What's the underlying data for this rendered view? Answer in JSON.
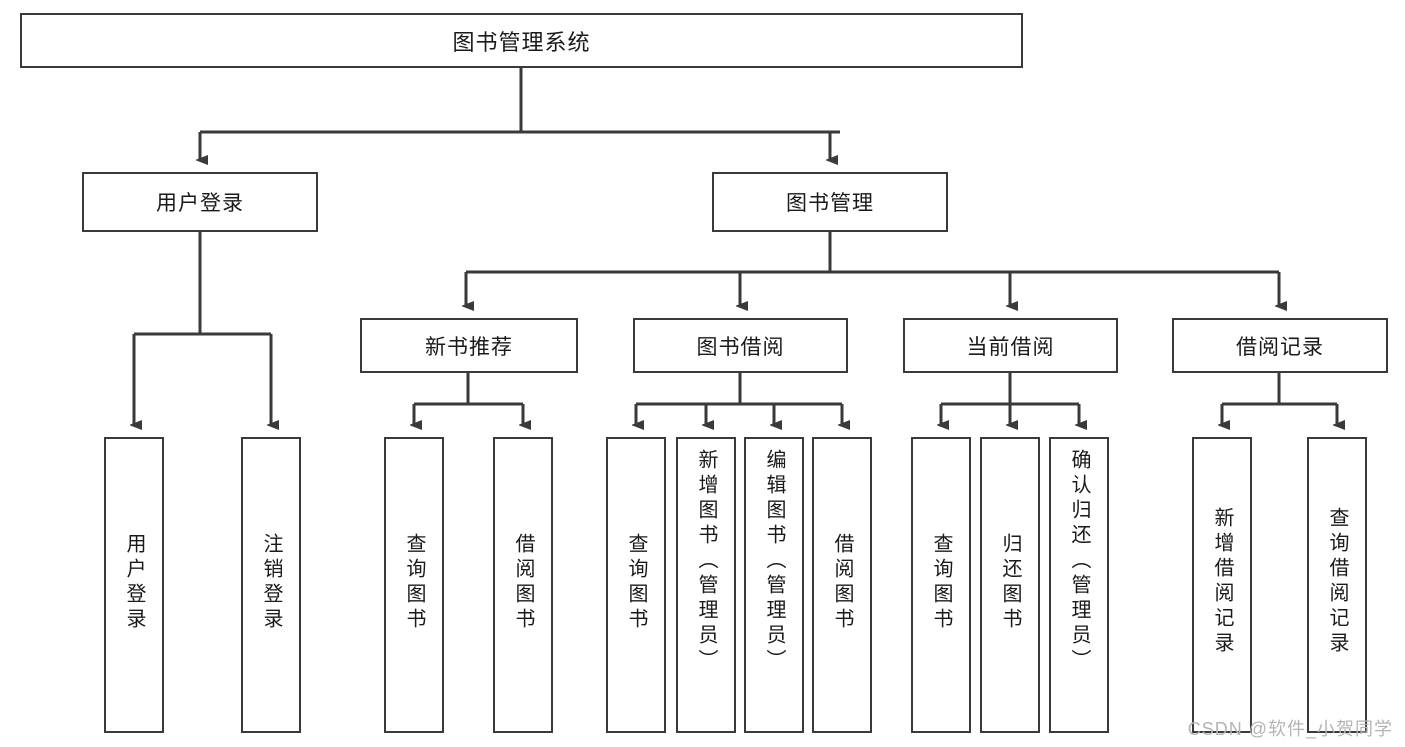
{
  "diagram": {
    "type": "tree-hierarchy",
    "title": "图书管理系统",
    "root": {
      "label": "图书管理系统"
    },
    "level2": [
      {
        "label": "用户登录"
      },
      {
        "label": "图书管理"
      }
    ],
    "level3": [
      {
        "label": "新书推荐"
      },
      {
        "label": "图书借阅"
      },
      {
        "label": "当前借阅"
      },
      {
        "label": "借阅记录"
      }
    ],
    "leaves": {
      "user_login": [
        {
          "label": "用户登录"
        },
        {
          "label": "注销登录"
        }
      ],
      "new_book_recommend": [
        {
          "label": "查询图书"
        },
        {
          "label": "借阅图书"
        }
      ],
      "book_borrow": [
        {
          "label": "查询图书"
        },
        {
          "label": "新增图书（管理员）"
        },
        {
          "label": "编辑图书（管理员）"
        },
        {
          "label": "借阅图书"
        }
      ],
      "current_borrow": [
        {
          "label": "查询图书"
        },
        {
          "label": "归还图书"
        },
        {
          "label": "确认归还（管理员）"
        }
      ],
      "borrow_record": [
        {
          "label": "新增借阅记录"
        },
        {
          "label": "查询借阅记录"
        }
      ]
    },
    "watermark": "CSDN @软件_小贺同学",
    "colors": {
      "border": "#3a3a3a",
      "background": "#ffffff",
      "text": "#1a1a1a",
      "connector": "#3a3a3a",
      "watermark": "#b4b4b4"
    }
  }
}
